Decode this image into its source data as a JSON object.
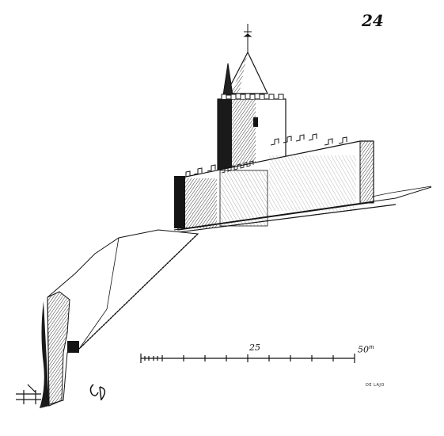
{
  "plate_number": "24",
  "scale": {
    "mid_label": "25",
    "end_label": "50",
    "end_unit": "m"
  },
  "engraver_credit": "DE LAJO",
  "drawing": {
    "subject": "castle keep and curtain wall on rock escarpment (elevation)",
    "ink_color": "#141414",
    "paper_color": "#ffffff"
  }
}
